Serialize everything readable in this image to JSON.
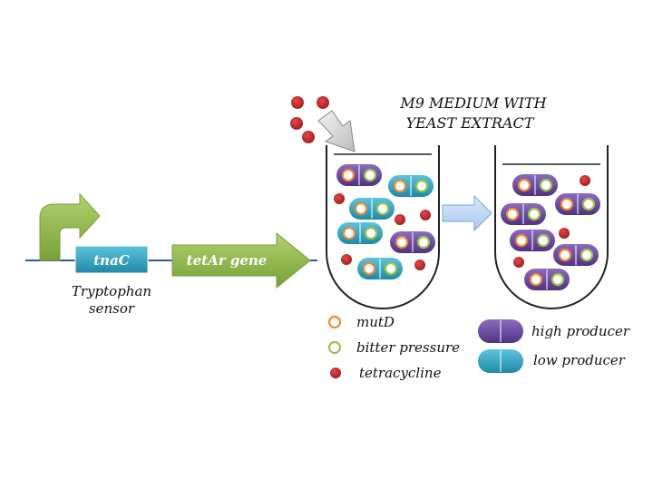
{
  "colors": {
    "purple": "#6a4a9e",
    "blue": "#2fa7c3",
    "green_arrow": "#8fb54a",
    "red_dot": "#c0282b",
    "mutD_ring": "#f08a36",
    "bitter_ring": "#9cc24a"
  },
  "gene": {
    "tnac_label": "tnaC",
    "tetar_label": "tetAr gene",
    "sensor_line1": "Tryptophan",
    "sensor_line2": "sensor"
  },
  "medium": {
    "line1": "M9 MEDIUM WITH",
    "line2": "YEAST EXTRACT"
  },
  "legend": {
    "mutd": "mutD",
    "bitter": "bitter pressure",
    "tetracycline": "tetracycline",
    "high": "high producer",
    "low": "low producer"
  },
  "icons": {
    "promoter": "bent-arrow-icon",
    "add_arrow": "gray-arrow-icon",
    "transfer_arrow": "blue-arrow-icon"
  }
}
